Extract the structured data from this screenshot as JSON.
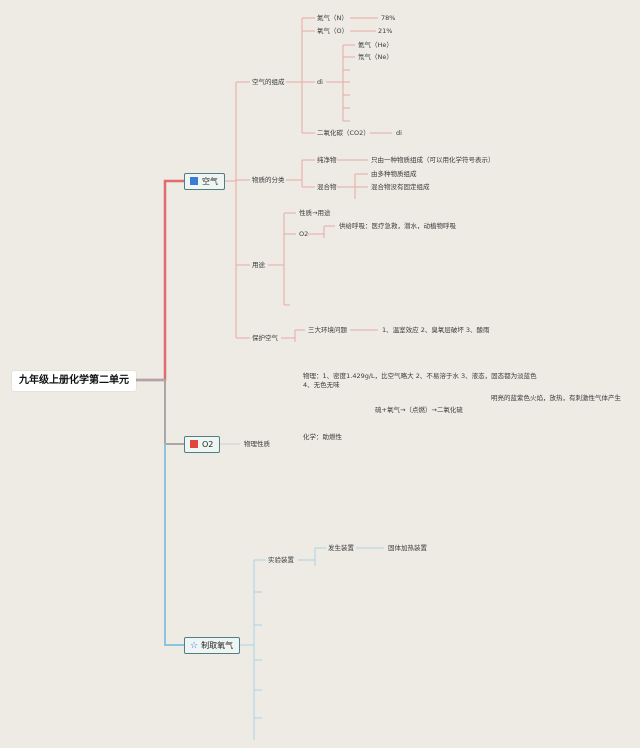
{
  "root": "九年级上册化学第二单元",
  "branch_air": {
    "label": "空气",
    "icon": "blue-square-icon",
    "color": "#3a7bd5",
    "composition": {
      "label": "空气的组成",
      "n2": "氮气（N）",
      "n2_pct": "78%",
      "o2": "氧气（O）",
      "o2_pct": "21%",
      "rare_label": "di",
      "he": "氦气（He）",
      "ne": "氖气（Ne）",
      "co2": "二氧化碳（CO2）",
      "co2_note": "di"
    },
    "classification": {
      "label": "物质的分类",
      "pure": "纯净物",
      "pure_def": "只由一种物质组成（可以用化学符号表示）",
      "mixture": "混合物",
      "mix_1": "由多种物质组成",
      "mix_2": "混合物没有固定组成"
    },
    "uses": {
      "label": "用途",
      "prop": "性质→用途",
      "o2_label": "O2",
      "o2_use": "供给呼吸：医疗急救，潜水，动植物呼吸"
    },
    "protect": {
      "label": "保护空气",
      "issues": "三大环境问题",
      "issues_list": "1、温室效应 2、臭氧层破坏 3、酸雨"
    }
  },
  "branch_o2": {
    "label": "O2",
    "icon": "red-square-icon",
    "color": "#e0463c",
    "props_label": "物理性质",
    "physical_1": "物理：1、密度1.429g/L，比空气略大 2、不易溶于水 3、液态，固态都为淡蓝色",
    "physical_2": "4、无色无味",
    "sulfur_flame": "明亮的蓝紫色火焰，放热，有刺激性气体产生",
    "sulfur_eq": "硫+氧气→（点燃）→二氧化硫",
    "chemical": "化学：助燃性"
  },
  "branch_prep": {
    "label": "制取氧气",
    "icon": "star-icon",
    "color": "#3a6fd8",
    "device": "实验装置",
    "generator": "发生装置",
    "solid_heat": "固体加热装置"
  },
  "colors": {
    "air_branch": "#e46b6b",
    "o2_branch": "#a5a5a5",
    "prep_branch": "#8cc3de"
  }
}
